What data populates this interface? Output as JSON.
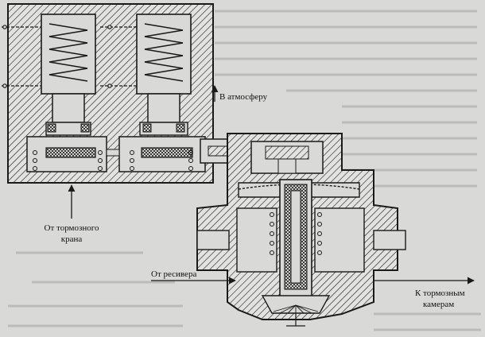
{
  "labels": {
    "atmosphere": "В атмосферу",
    "from_brake_valve_line1": "От тормозного",
    "from_brake_valve_line2": "крана",
    "from_receiver": "От ресивера",
    "to_chambers_line1": "К тормозным",
    "to_chambers_line2": "камерам"
  },
  "colors": {
    "ink": "#1a1a1a",
    "paper": "#d9d9d7",
    "hatch_fill": "#e2e2e0",
    "background_text": "#9a9a98"
  }
}
